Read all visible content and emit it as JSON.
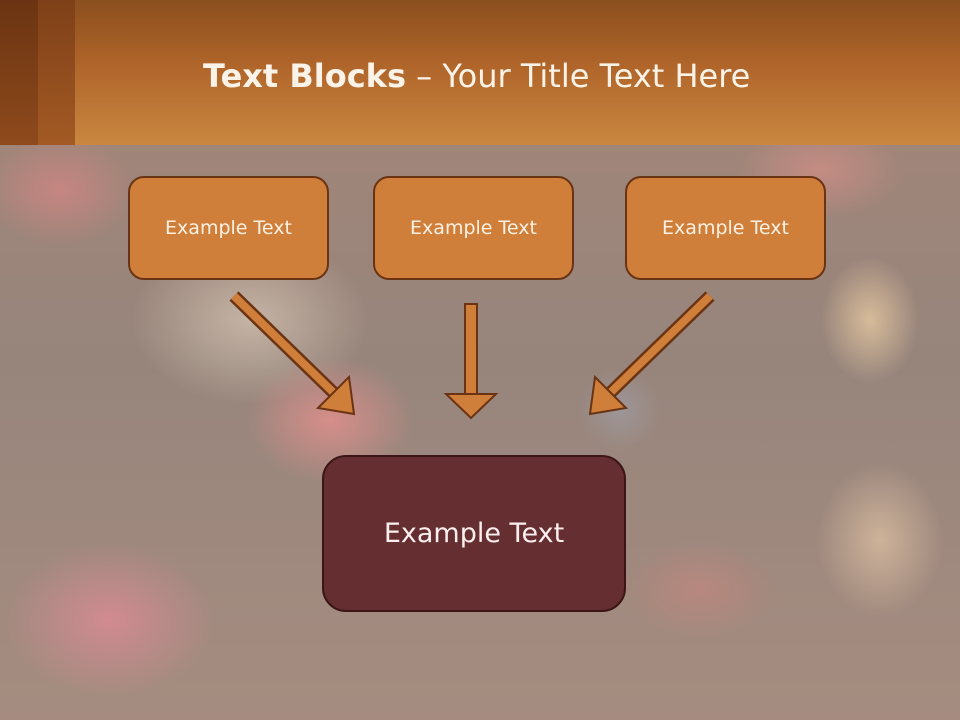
{
  "slide": {
    "title_bold": "Text Blocks",
    "title_dash": " – ",
    "title_rest": "Your Title Text Here"
  },
  "blocks": {
    "top": [
      "Example Text",
      "Example Text",
      "Example Text"
    ],
    "bottom": "Example Text"
  },
  "colors": {
    "header": "#c98740",
    "box_fill": "#cf7f3a",
    "box_border": "#6a3414",
    "main_box_fill": "#652f31",
    "arrow_fill": "#cf7f3a"
  }
}
